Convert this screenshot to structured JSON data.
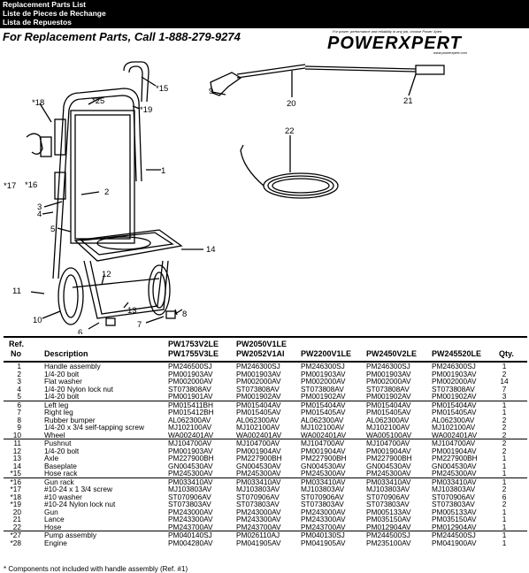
{
  "header": {
    "title_en": "Replacement Parts List",
    "title_fr": "Liste de Pieces de Rechange",
    "title_es": "Lista de Repuestos"
  },
  "call_line": "For Replacement Parts, Call 1-888-279-9274",
  "logo": {
    "tagline": "For power, performance and reliability in any job, choose Power Xpert",
    "brand": "POWERXPERT",
    "website": "www.powerxpert.com"
  },
  "callouts": [
    "*15",
    "*25",
    "*19",
    "*18",
    "1",
    "2",
    "3",
    "4",
    "5",
    "*16",
    "*17",
    "14",
    "12",
    "13",
    "11",
    "10",
    "6",
    "7",
    "8",
    "9",
    "20",
    "21",
    "22"
  ],
  "table": {
    "headers": {
      "ref": "Ref.",
      "no": "No",
      "description": "Description",
      "m1_top": "PW1753V2LE",
      "m1_bottom": "PW1755V3LE",
      "m2_top": "PW2050V1LE",
      "m2_bottom": "PW2052V1AI",
      "m3": "PW2200V1LE",
      "m4": "PW2450V2LE",
      "m5": "PW245520LE",
      "qty": "Qty."
    },
    "rows": [
      {
        "ref": "1",
        "desc": "Handle assembly",
        "m1": "PM246500SJ",
        "m2": "PM246300SJ",
        "m3": "PM246300SJ",
        "m4": "PM246300SJ",
        "m5": "PM246300SJ",
        "qty": "1",
        "sep": false
      },
      {
        "ref": "2",
        "desc": "1/4-20 bolt",
        "m1": "PM001903AV",
        "m2": "PM001903AV",
        "m3": "PM001903AV",
        "m4": "PM001903AV",
        "m5": "PM001903AV",
        "qty": "2",
        "sep": false
      },
      {
        "ref": "3",
        "desc": "Flat washer",
        "m1": "PM002000AV",
        "m2": "PM002000AV",
        "m3": "PM002000AV",
        "m4": "PM002000AV",
        "m5": "PM002000AV",
        "qty": "14",
        "sep": false
      },
      {
        "ref": "4",
        "desc": "1/4-20 Nylon lock nut",
        "m1": "ST073808AV",
        "m2": "ST073808AV",
        "m3": "ST073808AV",
        "m4": "ST073808AV",
        "m5": "ST073808AV",
        "qty": "7",
        "sep": false
      },
      {
        "ref": "5",
        "desc": "1/4-20 bolt",
        "m1": "PM001901AV",
        "m2": "PM001902AV",
        "m3": "PM001902AV",
        "m4": "PM001902AV",
        "m5": "PM001902AV",
        "qty": "3",
        "sep": false
      },
      {
        "ref": "6",
        "desc": "Left leg",
        "m1": "PM015411BH",
        "m2": "PM015404AV",
        "m3": "PM015404AV",
        "m4": "PM015404AV",
        "m5": "PM015404AV",
        "qty": "1",
        "sep": true
      },
      {
        "ref": "7",
        "desc": "Right leg",
        "m1": "PM015412BH",
        "m2": "PM015405AV",
        "m3": "PM015405AV",
        "m4": "PM015405AV",
        "m5": "PM015405AV",
        "qty": "1",
        "sep": false
      },
      {
        "ref": "8",
        "desc": "Rubber bumper",
        "m1": "AL062300AV",
        "m2": "AL062300AV",
        "m3": "AL062300AV",
        "m4": "AL062300AV",
        "m5": "AL062300AV",
        "qty": "2",
        "sep": false
      },
      {
        "ref": "9",
        "desc": "1/4-20 x 3/4 self-tapping screw",
        "m1": "MJ102100AV",
        "m2": "MJ102100AV",
        "m3": "MJ102100AV",
        "m4": "MJ102100AV",
        "m5": "MJ102100AV",
        "qty": "2",
        "sep": false
      },
      {
        "ref": "10",
        "desc": "Wheel",
        "m1": "WA002401AV",
        "m2": "WA002401AV",
        "m3": "WA002401AV",
        "m4": "WA005100AV",
        "m5": "WA002401AV",
        "qty": "2",
        "sep": false
      },
      {
        "ref": "11",
        "desc": "Pushnut",
        "m1": "MJ104700AV",
        "m2": "MJ104700AV",
        "m3": "MJ104700AV",
        "m4": "MJ104700AV",
        "m5": "MJ104700AV",
        "qty": "2",
        "sep": true
      },
      {
        "ref": "12",
        "desc": "1/4-20 bolt",
        "m1": "PM001903AV",
        "m2": "PM001904AV",
        "m3": "PM001904AV",
        "m4": "PM001904AV",
        "m5": "PM001904AV",
        "qty": "2",
        "sep": false
      },
      {
        "ref": "13",
        "desc": "Axle",
        "m1": "PM227900BH",
        "m2": "PM227900BH",
        "m3": "PM227900BH",
        "m4": "PM227900BH",
        "m5": "PM227900BH",
        "qty": "1",
        "sep": false
      },
      {
        "ref": "14",
        "desc": "Baseplate",
        "m1": "GN004530AV",
        "m2": "GN004530AV",
        "m3": "GN004530AV",
        "m4": "GN004530AV",
        "m5": "GN004530AV",
        "qty": "1",
        "sep": false
      },
      {
        "ref": "*15",
        "desc": "Hose rack",
        "m1": "PM245300AV",
        "m2": "PM245300AV",
        "m3": "PM245300AV",
        "m4": "PM245300AV",
        "m5": "PM245300AV",
        "qty": "1",
        "sep": false
      },
      {
        "ref": "*16",
        "desc": "Gun rack",
        "m1": "PM033410AV",
        "m2": "PM033410AV",
        "m3": "PM033410AV",
        "m4": "PM033410AV",
        "m5": "PM033410AV",
        "qty": "1",
        "sep": true
      },
      {
        "ref": "*17",
        "desc": "#10-24 x 1 3/4 screw",
        "m1": "MJ103803AV",
        "m2": "MJ103803AV",
        "m3": "MJ103803AV",
        "m4": "MJ103803AV",
        "m5": "MJ103803AV",
        "qty": "2",
        "sep": false
      },
      {
        "ref": "*18",
        "desc": "#10 washer",
        "m1": "ST070906AV",
        "m2": "ST070906AV",
        "m3": "ST070906AV",
        "m4": "ST070906AV",
        "m5": "ST070906AV",
        "qty": "6",
        "sep": false
      },
      {
        "ref": "*19",
        "desc": "#10-24 Nylon lock nut",
        "m1": "ST073803AV",
        "m2": "ST073803AV",
        "m3": "ST073803AV",
        "m4": "ST073803AV",
        "m5": "ST073803AV",
        "qty": "2",
        "sep": false
      },
      {
        "ref": "20",
        "desc": "Gun",
        "m1": "PM243000AV",
        "m2": "PM243000AV",
        "m3": "PM243000AV",
        "m4": "PM005133AV",
        "m5": "PM005133AV",
        "qty": "1",
        "sep": false
      },
      {
        "ref": "21",
        "desc": "Lance",
        "m1": "PM243300AV",
        "m2": "PM243300AV",
        "m3": "PM243300AV",
        "m4": "PM035150AV",
        "m5": "PM035150AV",
        "qty": "1",
        "sep": false
      },
      {
        "ref": "22",
        "desc": "Hose",
        "m1": "PM243700AV",
        "m2": "PM243700AV",
        "m3": "PM243700AV",
        "m4": "PM012904AV",
        "m5": "PM012904AV",
        "qty": "1",
        "sep": false
      },
      {
        "ref": "*27",
        "desc": "Pump assembly",
        "m1": "PM040140SJ",
        "m2": "PM026110AJ",
        "m3": "PM040130SJ",
        "m4": "PM244500SJ",
        "m5": "PM244500SJ",
        "qty": "1",
        "sep": true
      },
      {
        "ref": "*28",
        "desc": "Engine",
        "m1": "PM004280AV",
        "m2": "PM041905AV",
        "m3": "PM041905AV",
        "m4": "PM235100AV",
        "m5": "PM041900AV",
        "qty": "1",
        "sep": false
      }
    ],
    "footnote": "* Components not included with handle assembly (Ref. #1)"
  }
}
